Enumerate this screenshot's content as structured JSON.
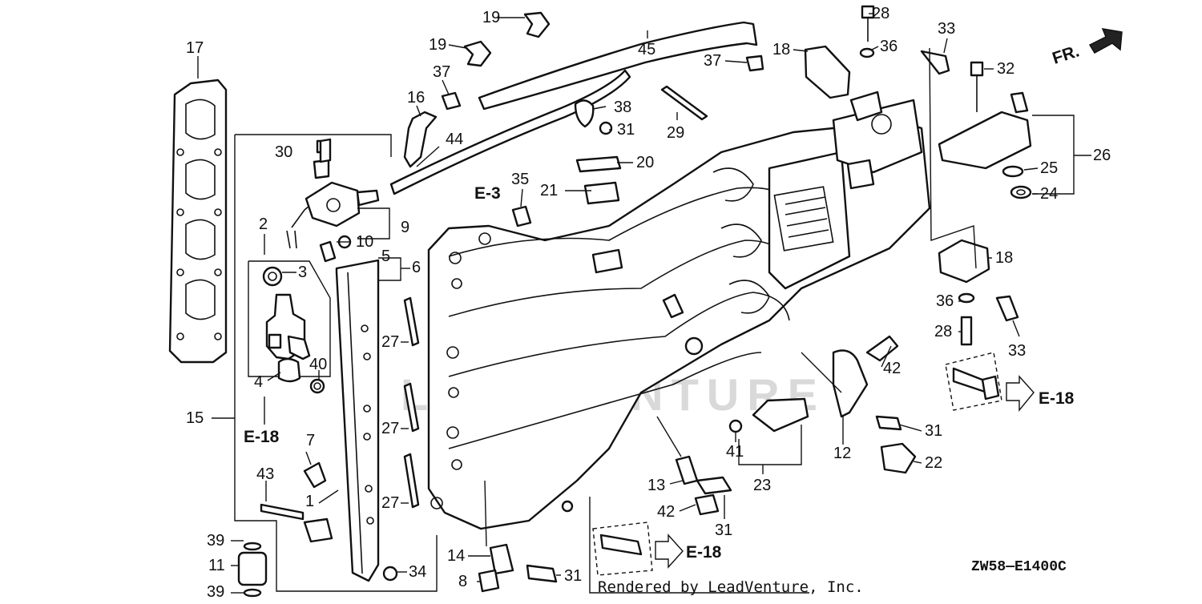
{
  "diagram": {
    "callouts": [
      "1",
      "2",
      "3",
      "4",
      "5",
      "6",
      "7",
      "8",
      "9",
      "10",
      "11",
      "12",
      "13",
      "14",
      "15",
      "16",
      "17",
      "18",
      "19",
      "20",
      "21",
      "22",
      "23",
      "24",
      "25",
      "26",
      "27",
      "28",
      "29",
      "30",
      "31",
      "32",
      "33",
      "34",
      "35",
      "36",
      "37",
      "38",
      "39",
      "40",
      "41",
      "42",
      "43",
      "44",
      "45"
    ],
    "references": {
      "e3": "E-3",
      "e18": "E-18",
      "direction": "FR."
    },
    "drawing_code": "ZW58—E1400C",
    "credit": "Rendered by LeadVenture, Inc.",
    "watermark": "LEADVENTURE"
  }
}
